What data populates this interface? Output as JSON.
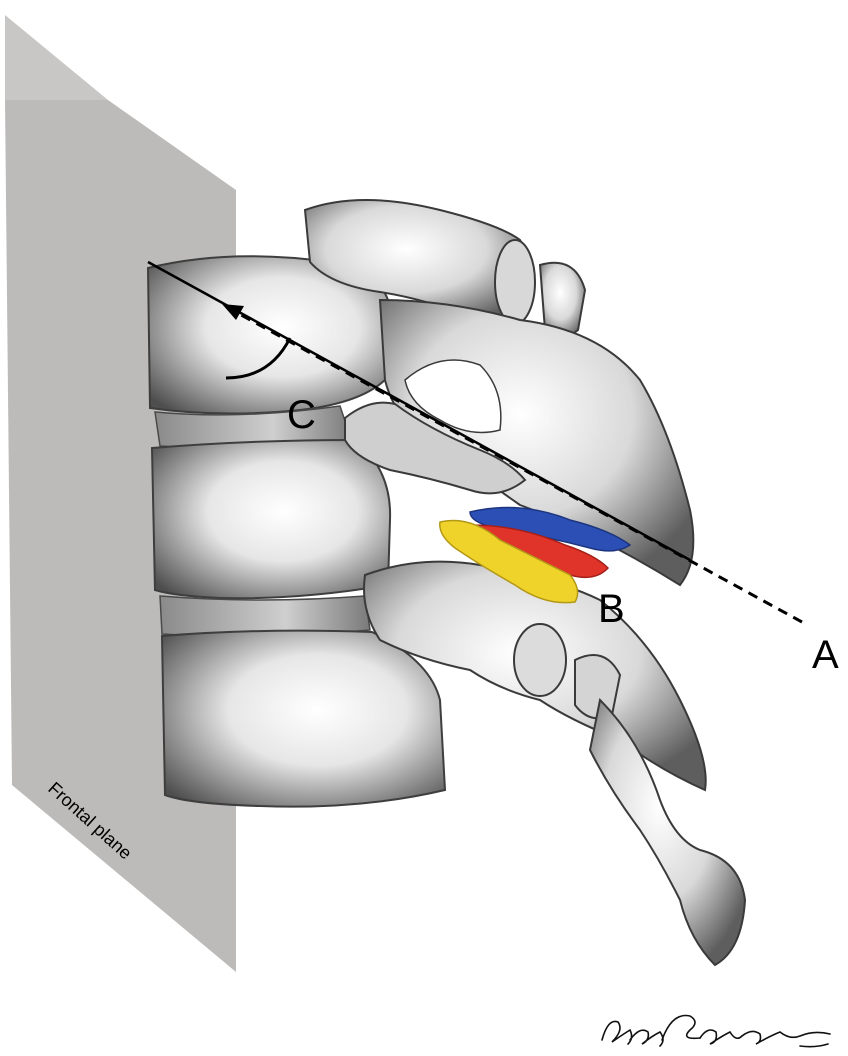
{
  "figure": {
    "labels": {
      "a": "A",
      "b": "B",
      "c": "C"
    },
    "plane_label": "Frontal plane",
    "signature": "Alejo Triana",
    "colors": {
      "plane": "#b9b7b6",
      "bone_light": "#f2f2f2",
      "bone_shade": "#6f6f6f",
      "nerve_blue": "#2b4fb5",
      "nerve_red": "#e0332a",
      "nerve_yellow": "#f0d32a",
      "line": "#000000"
    }
  }
}
